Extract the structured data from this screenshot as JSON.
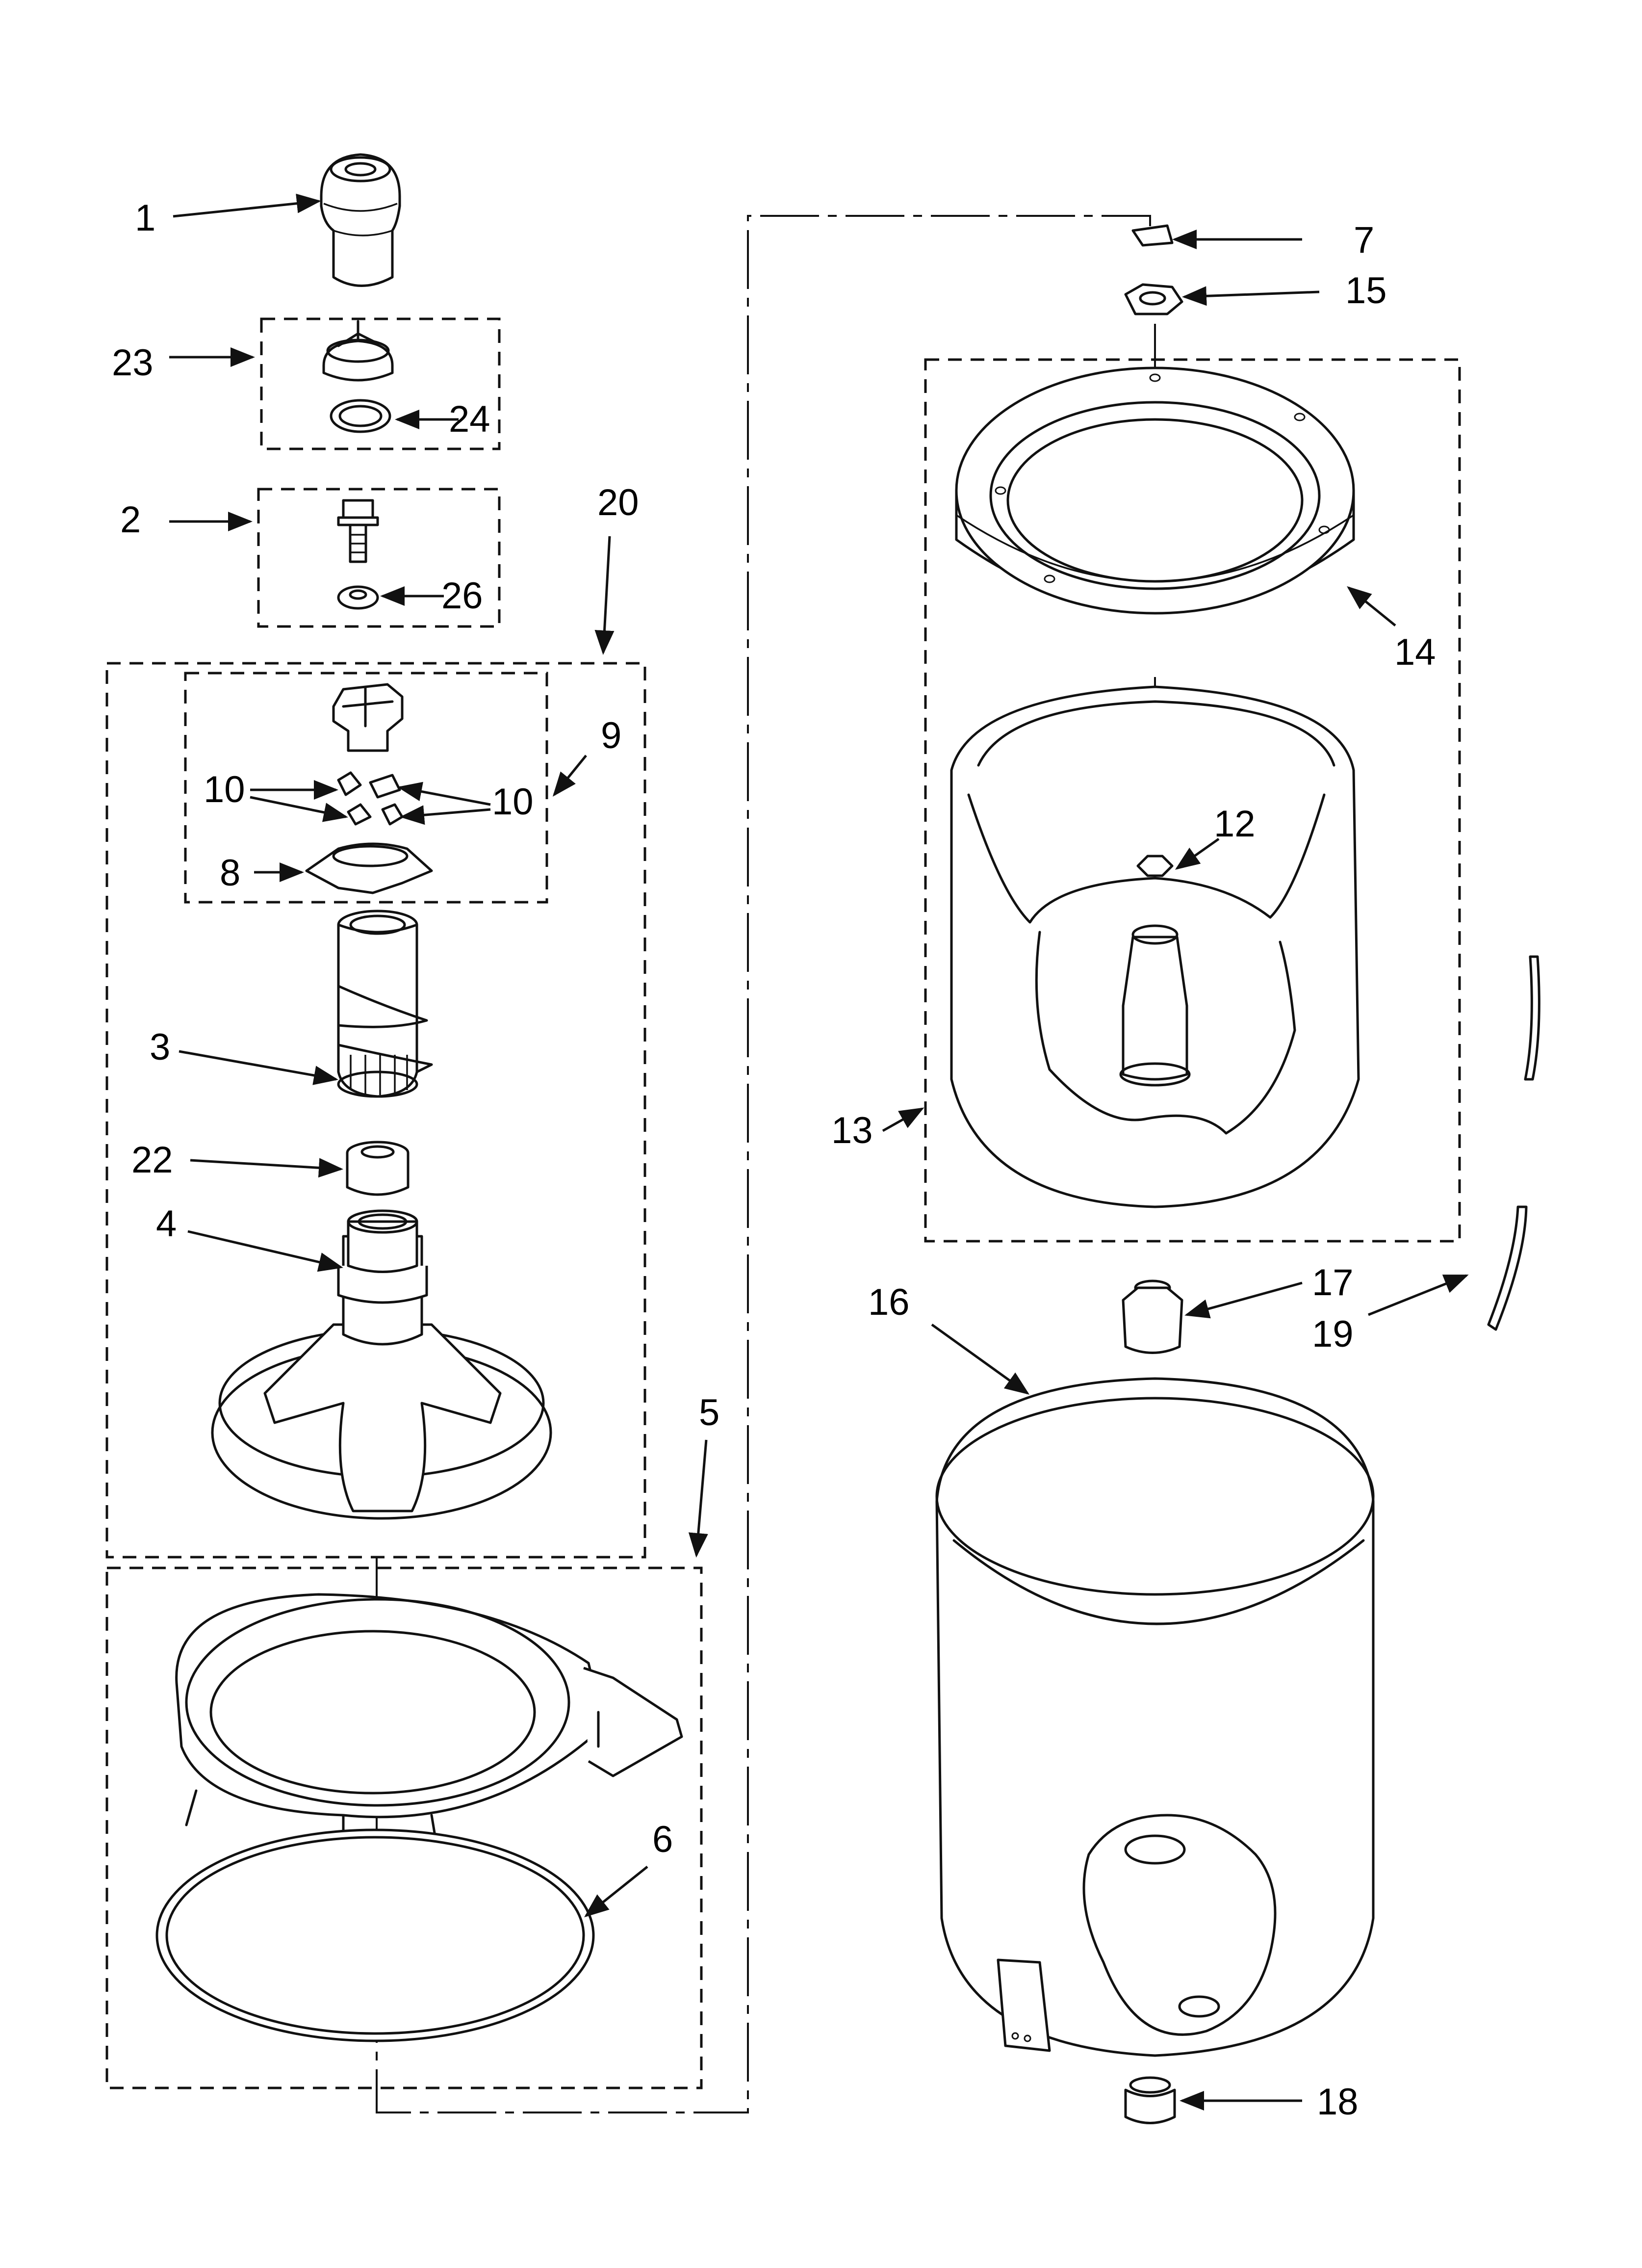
{
  "callouts": {
    "c1": "1",
    "c2": "2",
    "c3": "3",
    "c4": "4",
    "c5": "5",
    "c6": "6",
    "c7": "7",
    "c8": "8",
    "c9": "9",
    "c10a": "10",
    "c10b": "10",
    "c12": "12",
    "c13": "13",
    "c14": "14",
    "c15": "15",
    "c16": "16",
    "c17": "17",
    "c18": "18",
    "c19": "19",
    "c20": "20",
    "c22": "22",
    "c23": "23",
    "c24": "24",
    "c26": "26"
  },
  "colors": {
    "line": "#111111",
    "background": "#ffffff"
  }
}
